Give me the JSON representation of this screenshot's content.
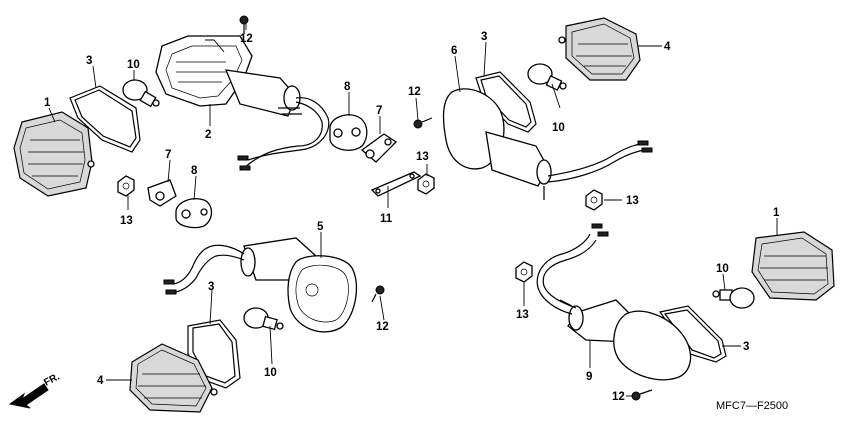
{
  "callouts": {
    "c1a": "1",
    "c1b": "1",
    "c2": "2",
    "c3a": "3",
    "c3b": "3",
    "c3c": "3",
    "c3d": "3",
    "c4a": "4",
    "c4b": "4",
    "c5": "5",
    "c6": "6",
    "c7a": "7",
    "c7b": "7",
    "c8a": "8",
    "c8b": "8",
    "c9": "9",
    "c10a": "10",
    "c10b": "10",
    "c10c": "10",
    "c10d": "10",
    "c11": "11",
    "c12a": "12",
    "c12b": "12",
    "c12c": "12",
    "c12d": "12",
    "c13a": "13",
    "c13b": "13",
    "c13c": "13",
    "c13d": "13"
  },
  "front_indicator": "FR.",
  "diagram_code": "MFC7—F2500"
}
